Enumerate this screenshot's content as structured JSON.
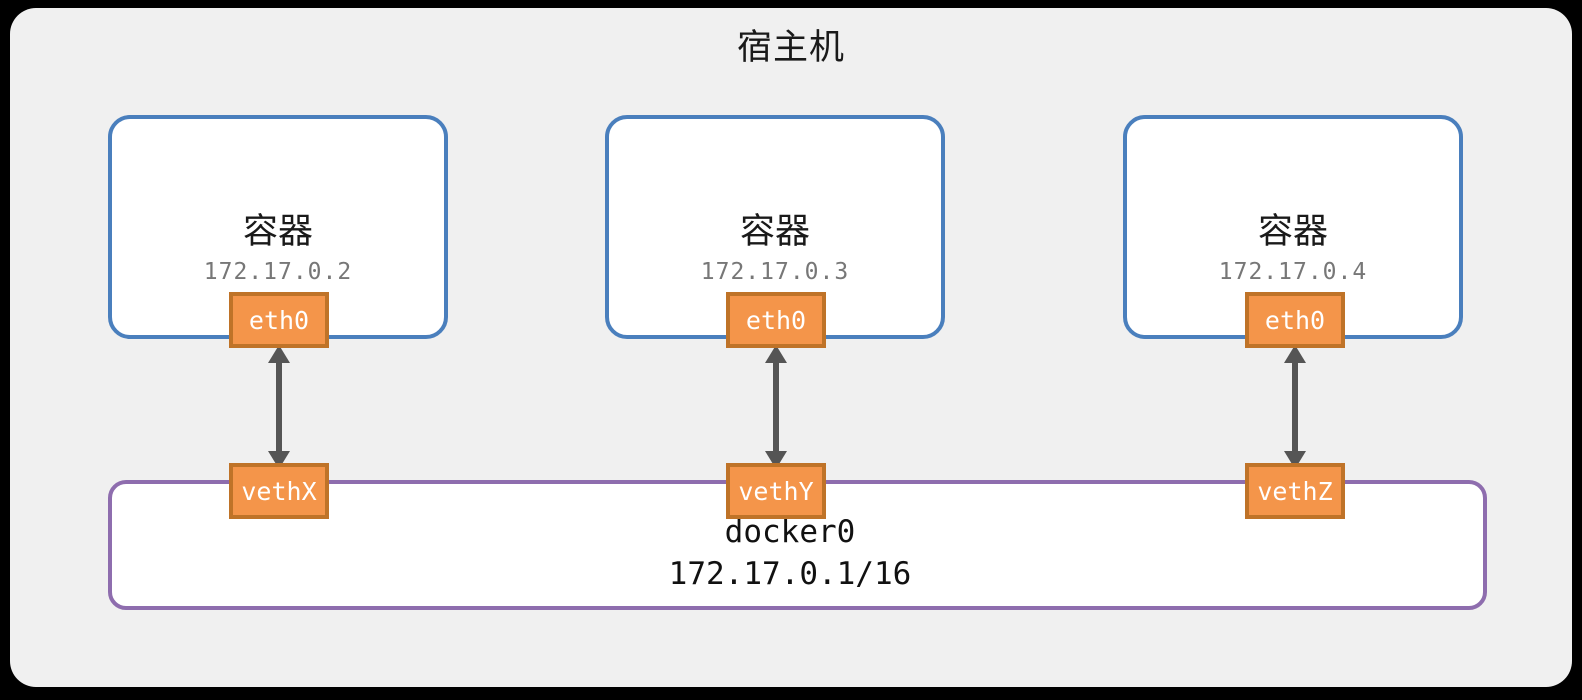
{
  "host": {
    "title": "宿主机",
    "frame_fill": "#F0F0F0",
    "page_background": "#000000"
  },
  "containers": [
    {
      "name": "容器",
      "ip": "172.17.0.2",
      "interface": "eth0",
      "veth": "vethX",
      "border_color": "#4A7FBD"
    },
    {
      "name": "容器",
      "ip": "172.17.0.3",
      "interface": "eth0",
      "veth": "vethY",
      "border_color": "#4A7FBD"
    },
    {
      "name": "容器",
      "ip": "172.17.0.4",
      "interface": "eth0",
      "veth": "vethZ",
      "border_color": "#4A7FBD"
    }
  ],
  "bridge": {
    "name": "docker0",
    "ip": "172.17.0.1/16",
    "border_color": "#8E6DAE",
    "fill": "#FFFFFF"
  },
  "iface_style": {
    "fill": "#F4954A",
    "border": "#BF7328",
    "text_color": "#FFFFFF"
  },
  "arrows": {
    "color": "#555555",
    "kind": "double-headed-vertical",
    "count": 3
  }
}
